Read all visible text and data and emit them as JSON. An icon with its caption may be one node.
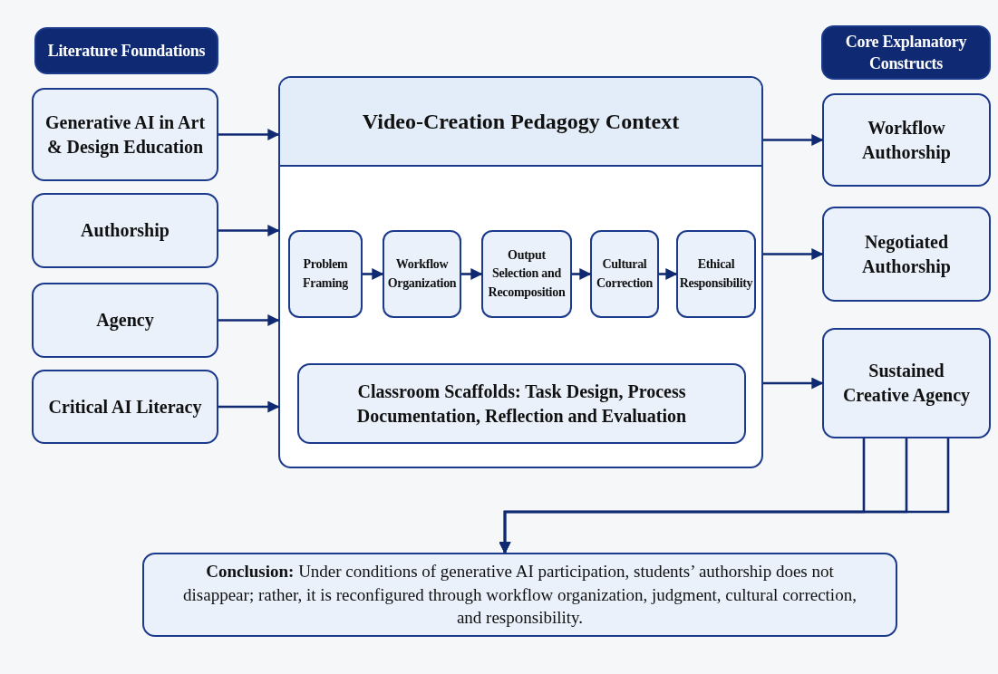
{
  "diagram": {
    "nodes": [
      {
        "text": [
          "Literature Foundations"
        ]
      },
      {
        "text": [
          "Generative AI in Art & Design Education"
        ]
      },
      {
        "text": [
          "Authorship"
        ]
      },
      {
        "text": [
          "Agency"
        ]
      },
      {
        "text": [
          "Critical AI Literacy"
        ]
      },
      {
        "text": [
          "Video-Creation Pedagogy Context"
        ]
      },
      {
        "text": [
          "Problem Framing"
        ],
        "in": 5
      },
      {
        "text": [
          "Workflow Organization"
        ],
        "in": 5
      },
      {
        "text": [
          "Output Selection and Recomposition"
        ],
        "in": 5
      },
      {
        "text": [
          "Cultural Correction"
        ],
        "in": 5
      },
      {
        "text": [
          "Ethical Responsibility"
        ],
        "in": 5
      },
      {
        "text": [
          "Classroom Scaffolds: Task Design, Process Documentation, Reflection and Evaluation"
        ],
        "in": 5
      },
      {
        "text": [
          "Core Explanatory Constructs"
        ]
      },
      {
        "text": [
          "Workflow Authorship"
        ]
      },
      {
        "text": [
          "Negotiated Authorship"
        ]
      },
      {
        "text": [
          "Sustained Creative Agency"
        ]
      },
      {
        "text": [
          "**Conclusion:** Under conditions of generative AI participation, students’ authorship does not disappear; rather, it is reconfigured through workflow organization, judgment, cultural correction, and responsibility."
        ]
      }
    ],
    "edges": [
      {
        "from": 1,
        "to": 5,
        "arrow": "to"
      },
      {
        "from": 2,
        "to": 5,
        "arrow": "to"
      },
      {
        "from": 3,
        "to": 5,
        "arrow": "to"
      },
      {
        "from": 4,
        "to": 5,
        "arrow": "to"
      },
      {
        "from": 5,
        "to": 13,
        "arrow": "to"
      },
      {
        "from": 5,
        "to": 14,
        "arrow": "to"
      },
      {
        "from": 5,
        "to": 15,
        "arrow": "to"
      },
      {
        "from": 6,
        "to": 7,
        "arrow": "to"
      },
      {
        "from": 7,
        "to": 8,
        "arrow": "to"
      },
      {
        "from": 8,
        "to": 9,
        "arrow": "to"
      },
      {
        "from": 9,
        "to": 10,
        "arrow": "to"
      },
      {
        "from": 15,
        "to": 16,
        "arrow": "to"
      },
      {
        "from": 15,
        "to": 16,
        "arrow": "to"
      },
      {
        "from": 15,
        "to": 16,
        "arrow": "to"
      }
    ]
  }
}
